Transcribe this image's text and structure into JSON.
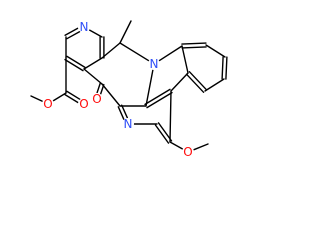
{
  "molecule": {
    "atoms": [
      {
        "id": "n_pyr_top",
        "symbol": "N",
        "color": "#3050F8"
      },
      {
        "id": "o_carbonyl",
        "symbol": "O",
        "color": "#FF0D0D"
      },
      {
        "id": "o_ester_double",
        "symbol": "O",
        "color": "#FF0D0D"
      },
      {
        "id": "o_ester_single",
        "symbol": "O",
        "color": "#FF0D0D"
      },
      {
        "id": "n_indole",
        "symbol": "N",
        "color": "#3050F8"
      },
      {
        "id": "n_pyr_bottom",
        "symbol": "N",
        "color": "#3050F8"
      },
      {
        "id": "o_methoxy",
        "symbol": "O",
        "color": "#FF0D0D"
      }
    ],
    "bond_color": "#000000"
  }
}
